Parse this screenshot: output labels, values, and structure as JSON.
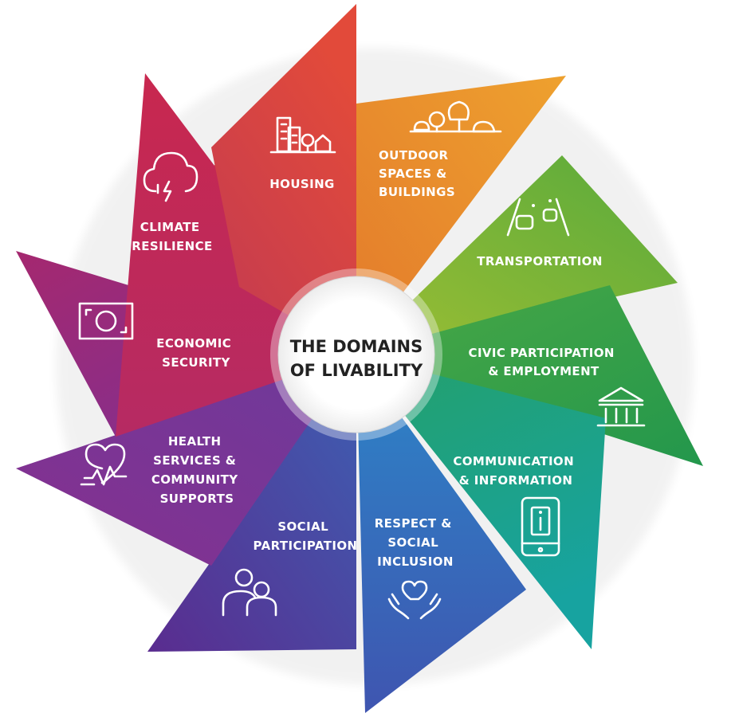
{
  "center": {
    "line1": "THE DOMAINS",
    "line2": "OF LIVABILITY"
  },
  "domains": [
    {
      "id": "housing",
      "lines": [
        "HOUSING"
      ],
      "color": "#d6403f",
      "icon": "buildings-icon"
    },
    {
      "id": "outdoor-spaces",
      "lines": [
        "OUTDOOR",
        "SPACES &",
        "BUILDINGS"
      ],
      "color": "#e4892b",
      "icon": "trees-icon"
    },
    {
      "id": "transportation",
      "lines": [
        "TRANSPORTATION"
      ],
      "color": "#6bb43c",
      "icon": "road-icon"
    },
    {
      "id": "civic-participation",
      "lines": [
        "CIVIC PARTICIPATION",
        "& EMPLOYMENT"
      ],
      "color": "#2e9b4c",
      "icon": "institution-icon"
    },
    {
      "id": "communication",
      "lines": [
        "COMMUNICATION",
        "& INFORMATION"
      ],
      "color": "#1ea08e",
      "icon": "tablet-info-icon"
    },
    {
      "id": "respect",
      "lines": [
        "RESPECT &",
        "SOCIAL",
        "INCLUSION"
      ],
      "color": "#2f7bc4",
      "icon": "heart-hands-icon"
    },
    {
      "id": "social-participation",
      "lines": [
        "SOCIAL",
        "PARTICIPATION"
      ],
      "color": "#4e3b96",
      "icon": "people-icon"
    },
    {
      "id": "health-services",
      "lines": [
        "HEALTH",
        "SERVICES &",
        "COMMUNITY",
        "SUPPORTS"
      ],
      "color": "#7b3196",
      "icon": "heartbeat-icon"
    },
    {
      "id": "economic-security",
      "lines": [
        "ECONOMIC",
        "SECURITY"
      ],
      "color": "#9a2a74",
      "icon": "money-icon"
    },
    {
      "id": "climate-resilience",
      "lines": [
        "CLIMATE",
        "RESILIENCE"
      ],
      "color": "#c12a55",
      "icon": "storm-cloud-icon"
    }
  ]
}
